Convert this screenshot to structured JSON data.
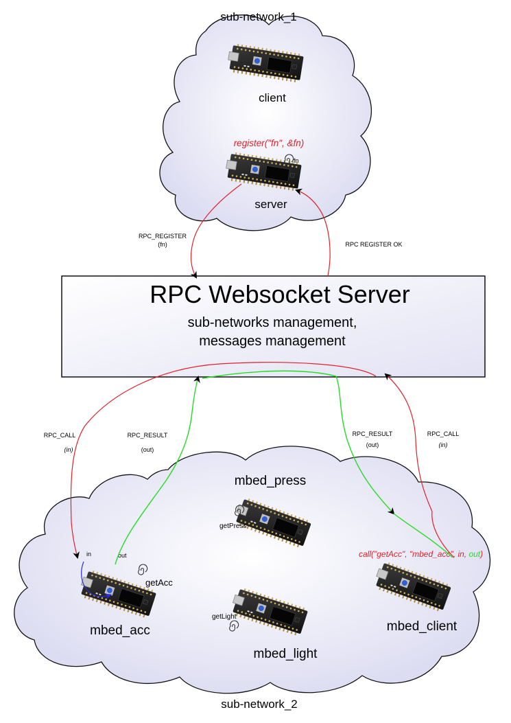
{
  "sub_network_1": {
    "title": "sub-network_1",
    "client_label": "client",
    "server_label": "server",
    "register_call": "register(\"fn\", &fn)",
    "fn_label": "fn"
  },
  "server_box": {
    "title": "RPC Websocket Server",
    "line1": "sub-networks management,",
    "line2": "messages management"
  },
  "messages": {
    "rpc_register": "RPC_REGISTER",
    "rpc_register_arg": "(fn)",
    "rpc_register_ok": "RPC  REGISTER  OK",
    "left_call": "RPC_CALL",
    "left_call_arg": "(in)",
    "left_result": "RPC_RESULT",
    "left_result_arg": "(out)",
    "right_result": "RPC_RESULT",
    "right_result_arg": "(out)",
    "right_call": "RPC_CALL",
    "right_call_arg": "(in)"
  },
  "sub_network_2": {
    "title": "sub-network_2",
    "mbed_press": "mbed_press",
    "get_press": "getPress",
    "mbed_acc": "mbed_acc",
    "get_acc": "getAcc",
    "in_label": "in",
    "out_label": "out",
    "mbed_light": "mbed_light",
    "get_light": "getLight",
    "mbed_client": "mbed_client",
    "call_prefix": "call(\"getAcc\", \"mbed_acc\", ",
    "call_in": "in",
    "call_sep": ", ",
    "call_out": "out",
    "call_suffix": ")"
  },
  "colors": {
    "red": "#e0202a",
    "green": "#22dd22",
    "blue": "#2a2ad8",
    "box_fill": "#e9e9f6",
    "cloud_fill": "#e6e6f6"
  }
}
